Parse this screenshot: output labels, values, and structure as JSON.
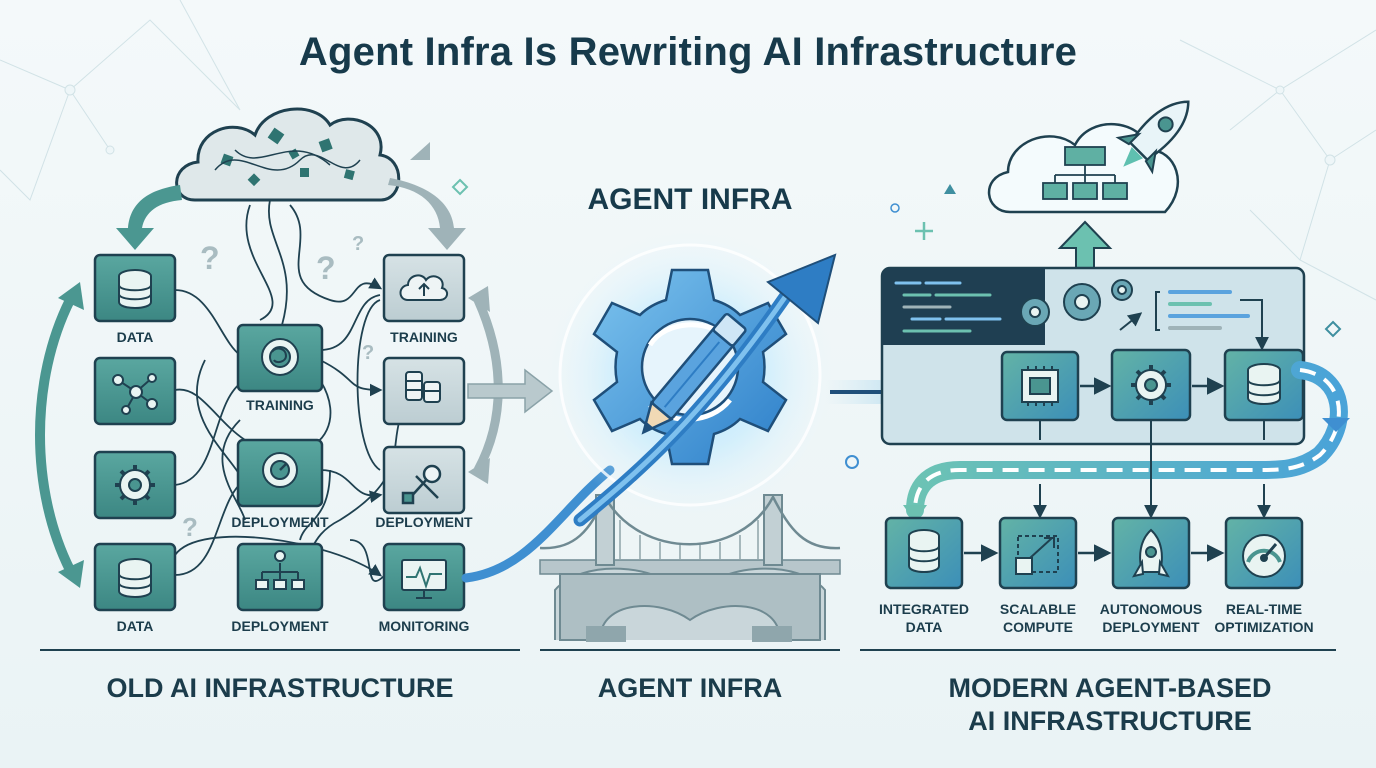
{
  "title": "Agent Infra Is Rewriting AI Infrastructure",
  "colors": {
    "teal_dark": "#2f6f6c",
    "teal_mid": "#4a9590",
    "blue": "#3f8fd1",
    "navy": "#173a4b",
    "panel": "#cfe3ea"
  },
  "old": {
    "nodes": {
      "data_top": "DATA",
      "training_mid": "TRAINING",
      "deployment_mid": "DEPLOYMENT",
      "data_bottom": "DATA",
      "deployment_bottom": "DEPLOYMENT",
      "training_right": "TRAINING",
      "deployment_right": "DEPLOYMENT",
      "monitoring": "MONITORING"
    },
    "question_mark": "?",
    "section_label": "OLD AI INFRASTRUCTURE"
  },
  "center": {
    "heading": "AGENT INFRA",
    "section_label": "AGENT INFRA"
  },
  "modern": {
    "outputs": [
      {
        "line1": "INTEGRATED",
        "line2": "DATA",
        "icon": "database-icon"
      },
      {
        "line1": "SCALABLE",
        "line2": "COMPUTE",
        "icon": "scale-icon"
      },
      {
        "line1": "AUTONOMOUS",
        "line2": "DEPLOYMENT",
        "icon": "rocket-icon"
      },
      {
        "line1": "REAL-TIME",
        "line2": "OPTIMIZATION",
        "icon": "gauge-icon"
      }
    ],
    "section_label_line1": "MODERN AGENT-BASED",
    "section_label_line2": "AI INFRASTRUCTURE"
  }
}
